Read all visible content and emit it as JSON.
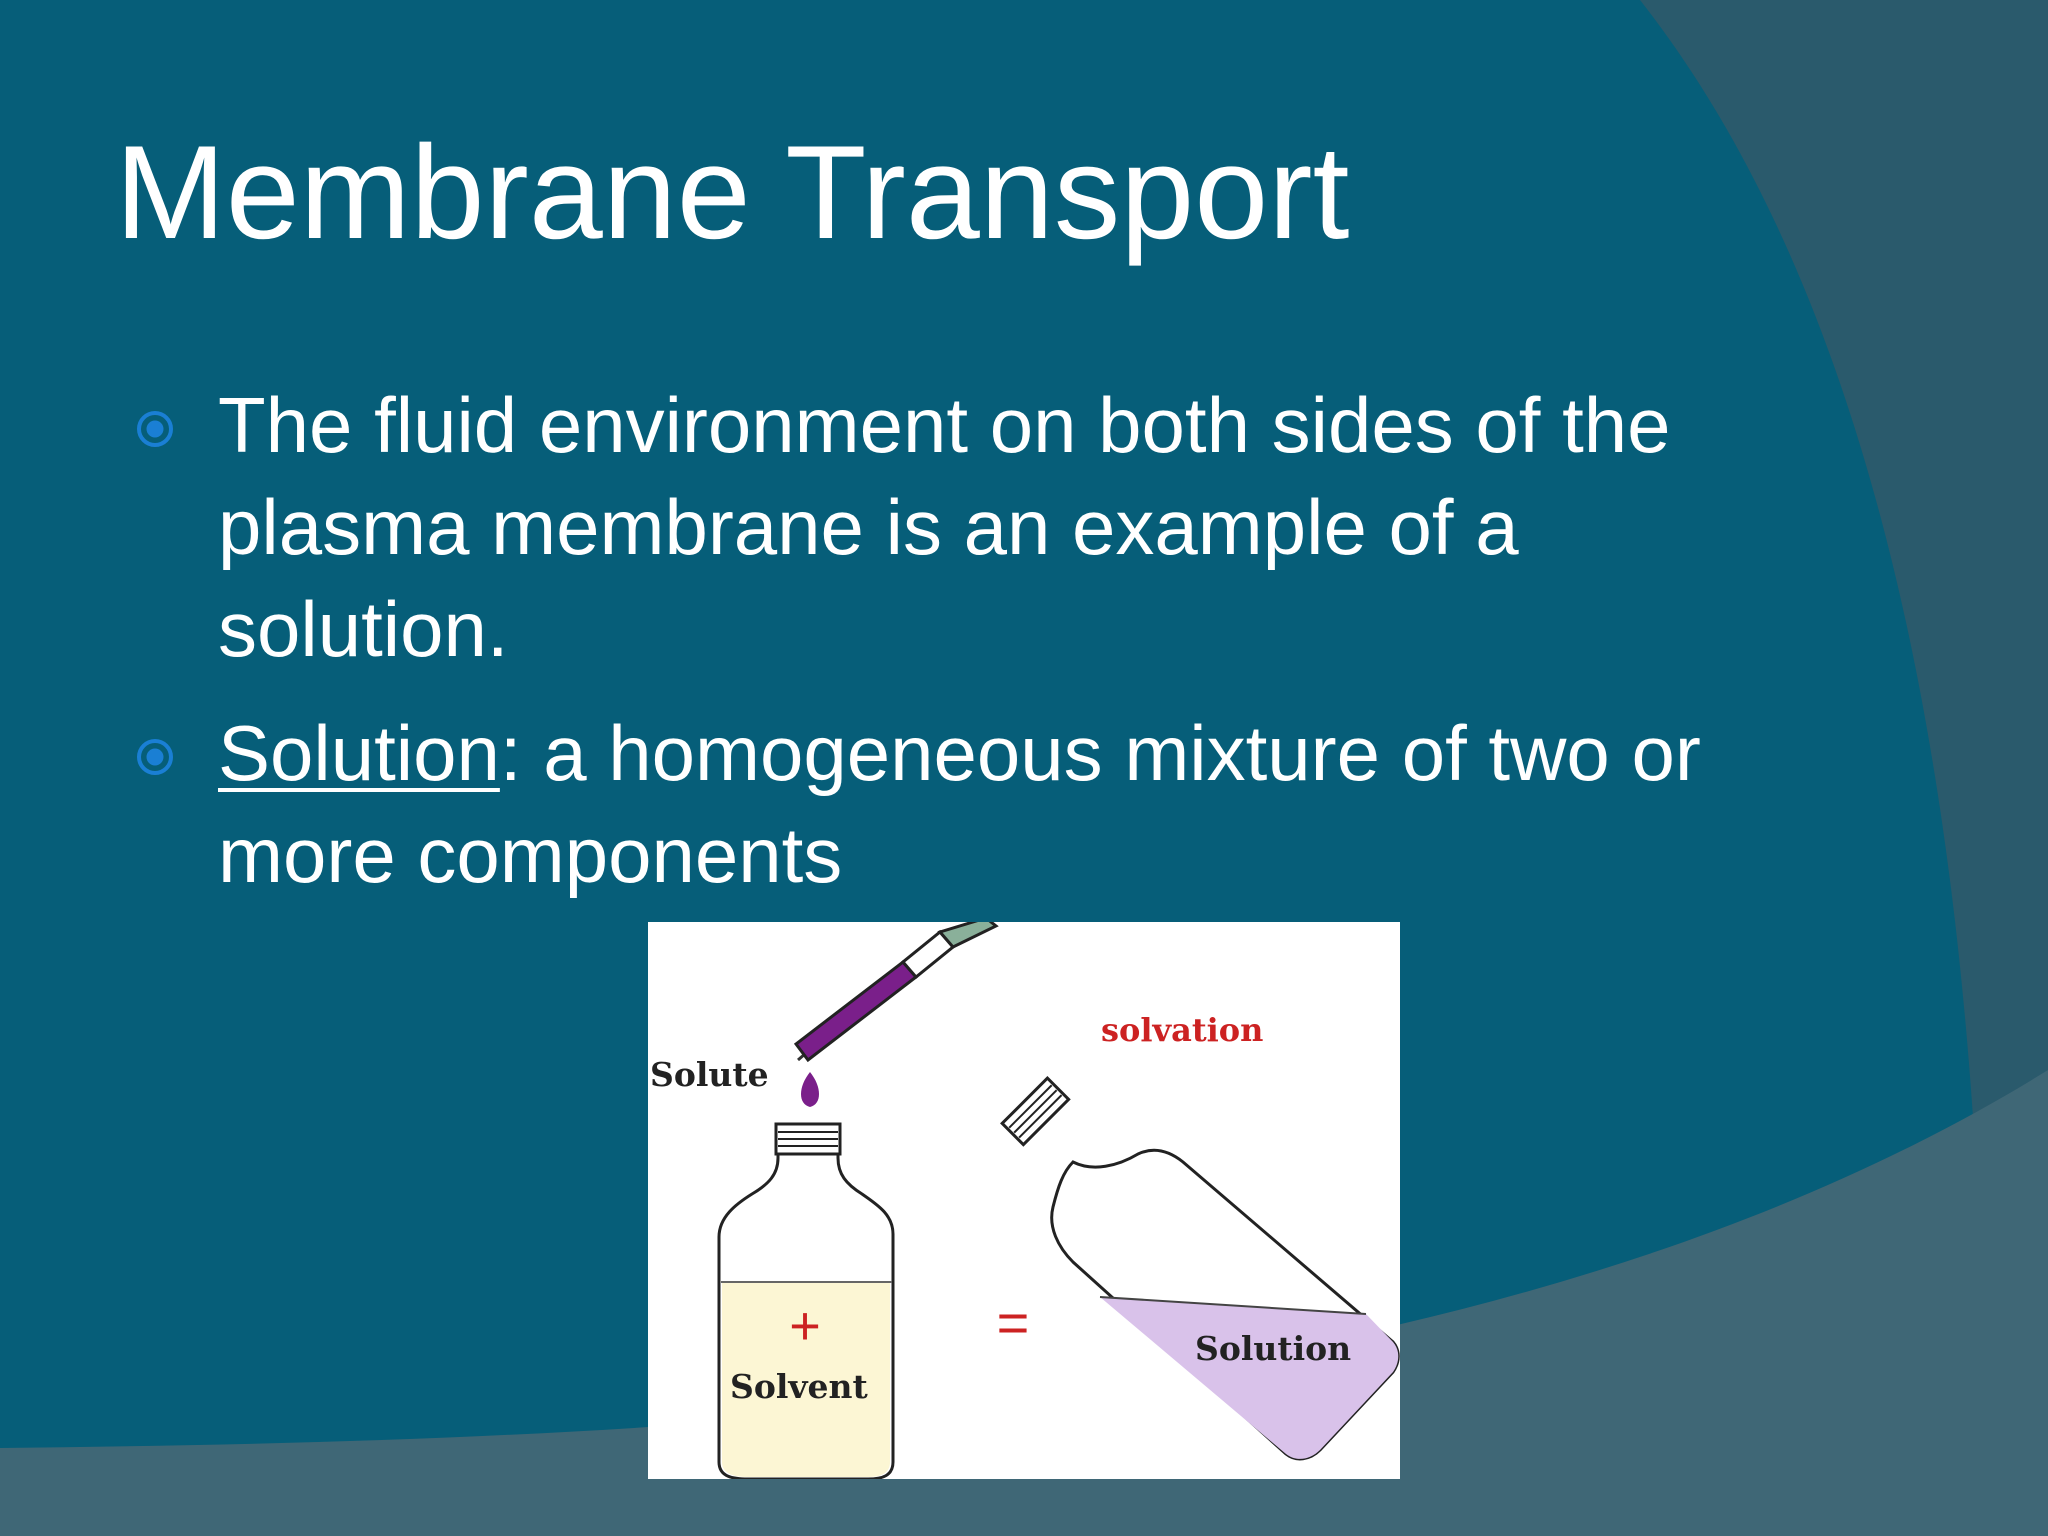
{
  "slide": {
    "title": "Membrane Transport",
    "bullets": [
      {
        "text": "The fluid environment on both sides of the plasma membrane is an example of a solution."
      },
      {
        "term": "Solution",
        "text": ": a homogeneous mixture of two or more components"
      }
    ]
  },
  "figure": {
    "labels": {
      "solute": "Solute",
      "solvation": "solvation",
      "plus": "+",
      "solvent": "Solvent",
      "equals": "=",
      "solution": "Solution"
    }
  },
  "colors": {
    "background": "#065e79",
    "accent_shape": "#1f6178",
    "bullet_marker": "#1a7fd4",
    "solute_purple": "#7a1f8a",
    "solvent_fill": "#fcf6d4",
    "solution_fill": "#d9c2ea",
    "label_red": "#cc2222"
  }
}
